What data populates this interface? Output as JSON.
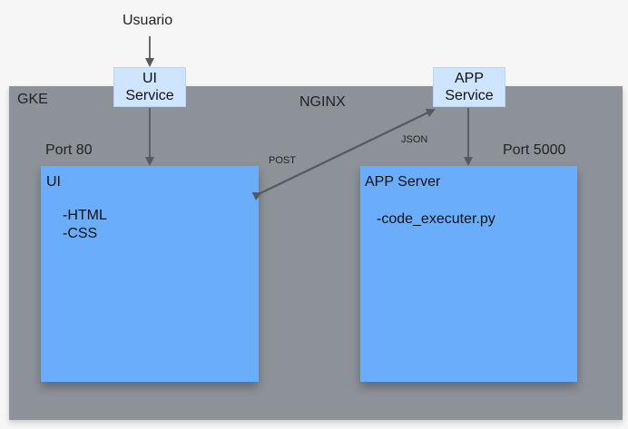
{
  "diagram": {
    "user_label": "Usuario",
    "cluster_label": "GKE",
    "ingress_label": "NGINX",
    "ui_service": {
      "line1": "UI",
      "line2": "Service"
    },
    "app_service": {
      "line1": "APP",
      "line2": "Service"
    },
    "ui_port": "Port 80",
    "app_port": "Port 5000",
    "post_label": "POST",
    "json_label": "JSON",
    "ui_box": {
      "title": "UI",
      "items": [
        "-HTML",
        "-CSS"
      ]
    },
    "app_box": {
      "title": "APP Server",
      "items": [
        "-code_executer.py"
      ]
    }
  },
  "colors": {
    "cluster": "#8d9299",
    "service": "#cfe4ff",
    "component": "#6aaefb",
    "arrow": "#555a60"
  }
}
